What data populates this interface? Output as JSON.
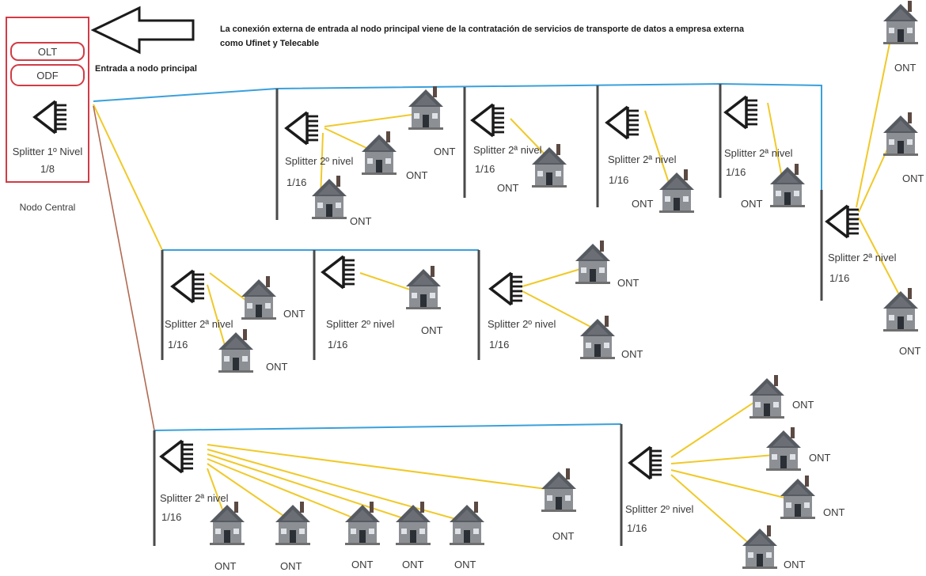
{
  "note": {
    "line1": "La conexión externa de entrada al nodo principal viene de la contratación de servicios de transporte de datos a empresa externa",
    "line2": "como Ufinet y Telecable"
  },
  "arrow_label": "Entrada a nodo principal",
  "central_node": {
    "caption": "Nodo Central",
    "olt_label": "OLT",
    "odf_label": "ODF",
    "splitter_label": "Splitter 1º Nivel",
    "splitter_ratio": "1/8"
  },
  "splitter2": {
    "label_a": "Splitter 2º nivel",
    "label_b": "Splitter 2ª nivel",
    "ratio": "1/16"
  },
  "ont_label": "ONT",
  "colors": {
    "fiber_blue": "#3aa0dc",
    "drop_yellow": "#f0c929",
    "feeder_red": "#b06a52",
    "node_border": "#d23b45",
    "rail": "#4a4a4a"
  }
}
